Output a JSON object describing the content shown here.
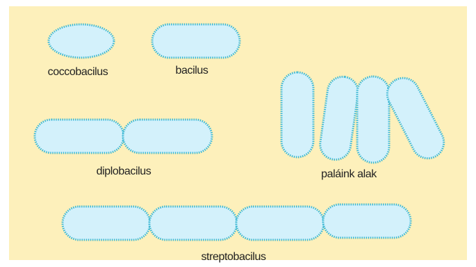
{
  "colors": {
    "background": "#fdf0bb",
    "cell_fill": "#d3f1fb",
    "cell_outline": "#3cb8d4",
    "label": "#222222"
  },
  "labels": {
    "coccobacillus": "coccobacilus",
    "bacillus": "bacilus",
    "diplobacillus": "diplobacilus",
    "palisade": "paláink alak",
    "streptobacillus": "streptobacilus"
  }
}
